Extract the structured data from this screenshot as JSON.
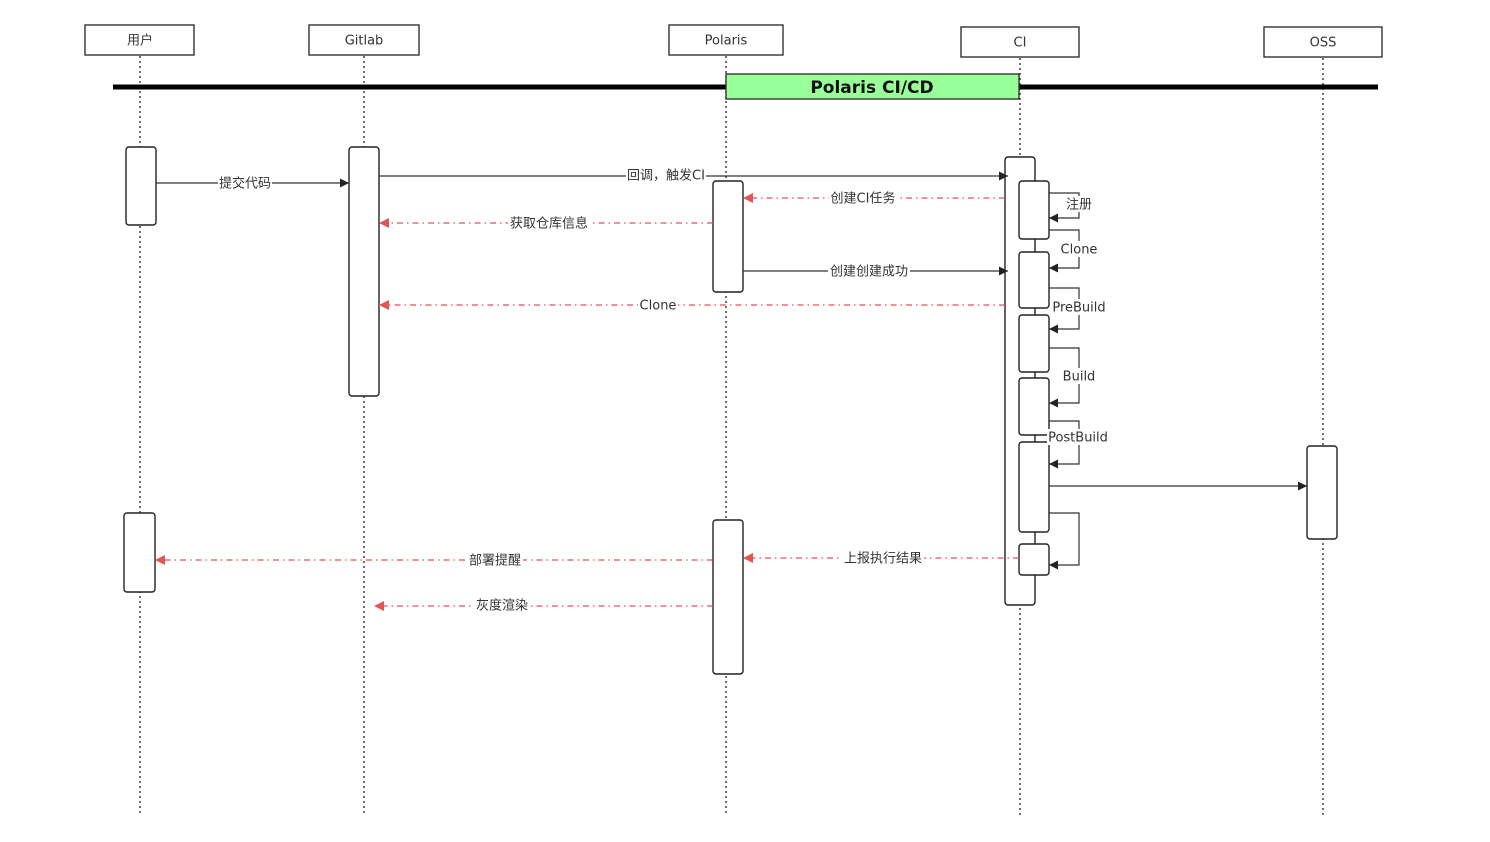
{
  "diagram": {
    "banner_title": "Polaris CI/CD",
    "colors": {
      "banner_fill": "#99ff99",
      "return_arrow": "#e05555",
      "line": "#333333"
    },
    "participants": [
      {
        "id": "user",
        "label": "用户"
      },
      {
        "id": "gitlab",
        "label": "Gitlab"
      },
      {
        "id": "polaris",
        "label": "Polaris"
      },
      {
        "id": "ci",
        "label": "CI"
      },
      {
        "id": "oss",
        "label": "OSS"
      }
    ],
    "messages": [
      {
        "from": "user",
        "to": "gitlab",
        "label": "提交代码",
        "style": "solid"
      },
      {
        "from": "gitlab",
        "to": "ci",
        "label": "回调，触发CI",
        "style": "solid"
      },
      {
        "from": "ci",
        "to": "polaris",
        "label": "创建CI任务",
        "style": "dashed"
      },
      {
        "from": "polaris",
        "to": "gitlab",
        "label": "获取仓库信息",
        "style": "dashed"
      },
      {
        "from": "polaris",
        "to": "ci",
        "label": "创建创建成功",
        "style": "solid"
      },
      {
        "from": "ci",
        "to": "gitlab",
        "label": "Clone",
        "style": "dashed"
      },
      {
        "from": "ci",
        "to": "oss",
        "label": "",
        "style": "solid"
      },
      {
        "from": "ci",
        "to": "polaris",
        "label": "上报执行结果",
        "style": "dashed"
      },
      {
        "from": "polaris",
        "to": "user",
        "label": "部署提醒",
        "style": "dashed"
      },
      {
        "from": "polaris",
        "to": "gitlab",
        "label": "灰度渲染",
        "style": "dashed"
      }
    ],
    "ci_steps": [
      {
        "label": "注册"
      },
      {
        "label": "Clone"
      },
      {
        "label": "PreBuild"
      },
      {
        "label": "Build"
      },
      {
        "label": "PostBuild"
      }
    ]
  }
}
